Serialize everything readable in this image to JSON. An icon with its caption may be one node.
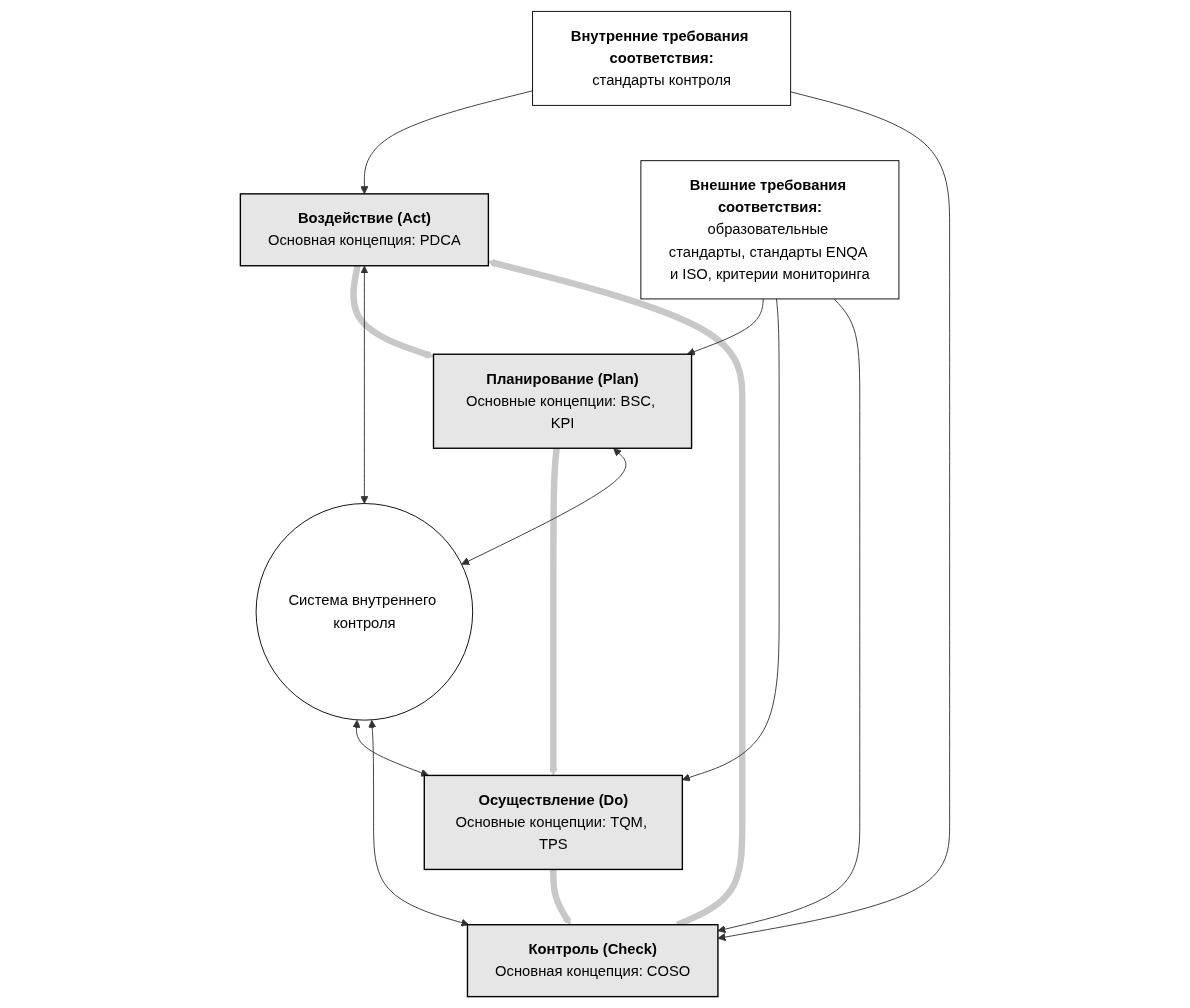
{
  "diagram": {
    "nodes": [
      {
        "text": [
          "Планирование (Plan)",
          "Основные концепции: BSC, KPI"
        ]
      },
      {
        "text": [
          "Воздействие (Act)",
          "Основная концепция: PDCA"
        ]
      },
      {
        "text": [
          "Система внутреннего контроля"
        ]
      },
      {
        "text": [
          "Осуществление (Do)",
          "Основные концепции: TQM, TPS"
        ]
      },
      {
        "text": [
          "Внешние требования соответствия:",
          "образовательные стандарты, стандарты ENQA и ISO, критерии мониторинга"
        ]
      },
      {
        "text": [
          "Контроль (Check)",
          "Основная концепция: COSO"
        ]
      },
      {
        "text": [
          "Внутренние требования соответствия:",
          "стандарты контроля"
        ]
      }
    ],
    "edges": [
      {
        "from": 1,
        "to": 0,
        "arrow": "to",
        "style": "thick",
        "color": "#c8c8c8"
      },
      {
        "from": 0,
        "to": 3,
        "arrow": "to",
        "style": "thick",
        "color": "#c8c8c8"
      },
      {
        "from": 3,
        "to": 5,
        "arrow": "to",
        "style": "thick",
        "color": "#c8c8c8"
      },
      {
        "from": 5,
        "to": 1,
        "arrow": "to",
        "style": "thick",
        "color": "#c8c8c8"
      },
      {
        "from": 0,
        "to": 2,
        "arrow": "both"
      },
      {
        "from": 1,
        "to": 2,
        "arrow": "both"
      },
      {
        "from": 2,
        "to": 3,
        "arrow": "both"
      },
      {
        "from": 2,
        "to": 5,
        "arrow": "both"
      },
      {
        "from": 4,
        "to": 0,
        "arrow": "to"
      },
      {
        "from": 4,
        "to": 3,
        "arrow": "to"
      },
      {
        "from": 4,
        "to": 5,
        "arrow": "to"
      },
      {
        "from": 6,
        "to": 1,
        "arrow": "to"
      },
      {
        "from": 6,
        "to": 5,
        "arrow": "to"
      }
    ]
  }
}
